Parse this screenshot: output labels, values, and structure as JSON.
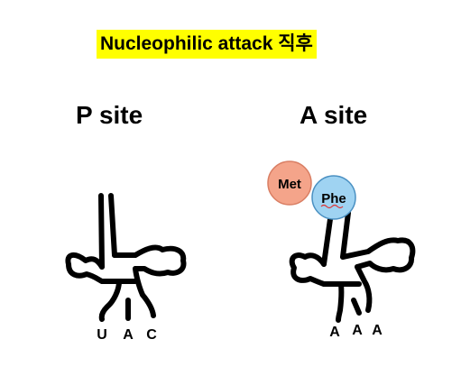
{
  "title": "Nucleophilic attack 직후",
  "sites": {
    "p": {
      "label": "P site",
      "anticodon": [
        "U",
        "A",
        "C"
      ]
    },
    "a": {
      "label": "A site",
      "anticodon": [
        "A",
        "A",
        "A"
      ]
    }
  },
  "amino_acids": [
    {
      "name": "Met",
      "color": "#f4a48a"
    },
    {
      "name": "Phe",
      "color": "#9fd3f2"
    }
  ]
}
